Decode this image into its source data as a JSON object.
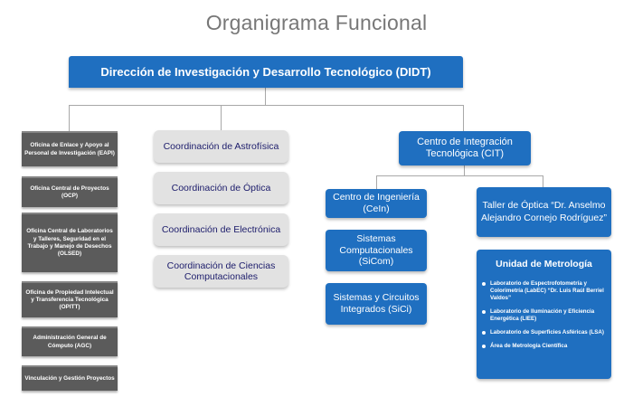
{
  "title": "Organigrama Funcional",
  "direction": "Dirección de Investigación y Desarrollo Tecnológico (DIDT)",
  "left_column": [
    "Oficina de Enlace y Apoyo al Personal de Investigación (EAPI)",
    "Oficina Central de Proyectos (OCP)",
    "Oficina Central de Laboratorios y Talleres, Seguridad en el Trabajo y Manejo de Desechos (OLSED)",
    "Oficina de Propiedad Intelectual y Transferencia Tecnológica (OPITT)",
    "Administración General de Cómputo (AGC)",
    "Vinculación y Gestión Proyectos"
  ],
  "coordinations": [
    "Coordinación de Astrofísica",
    "Coordinación de Óptica",
    "Coordinación de Electrónica",
    "Coordinación de Ciencias Computacionales"
  ],
  "cit": "Centro de Integración Tecnológica (CIT)",
  "cit_units": [
    "Centro de Ingeniería (CeIn)",
    "Sistemas Computacionales (SiCom)",
    "Sistemas y Circuitos Integrados (SiCi)"
  ],
  "taller": "Taller de Óptica “Dr. Anselmo Alejandro Cornejo Rodríguez”",
  "metrology": {
    "title": "Unidad de Metrología",
    "items": [
      "Laboratorio de Espectrofotometría y Colorimetría (LabEC) “Dr. Luis Raúl Berriel Valdos”",
      "Laboratorio de Iluminación y Eficiencia Energética (LIEE)",
      "Laboratorio de Superficies Asféricas (LSA)",
      "Área de Metrología Científica"
    ]
  },
  "colors": {
    "blue": "#1f6fc0",
    "dark_gray": "#5b5b5b",
    "light_gray": "#e2e2e2",
    "coordination_text": "#1c1c6b",
    "title_text": "#777777",
    "connector": "#a8a8a8"
  }
}
